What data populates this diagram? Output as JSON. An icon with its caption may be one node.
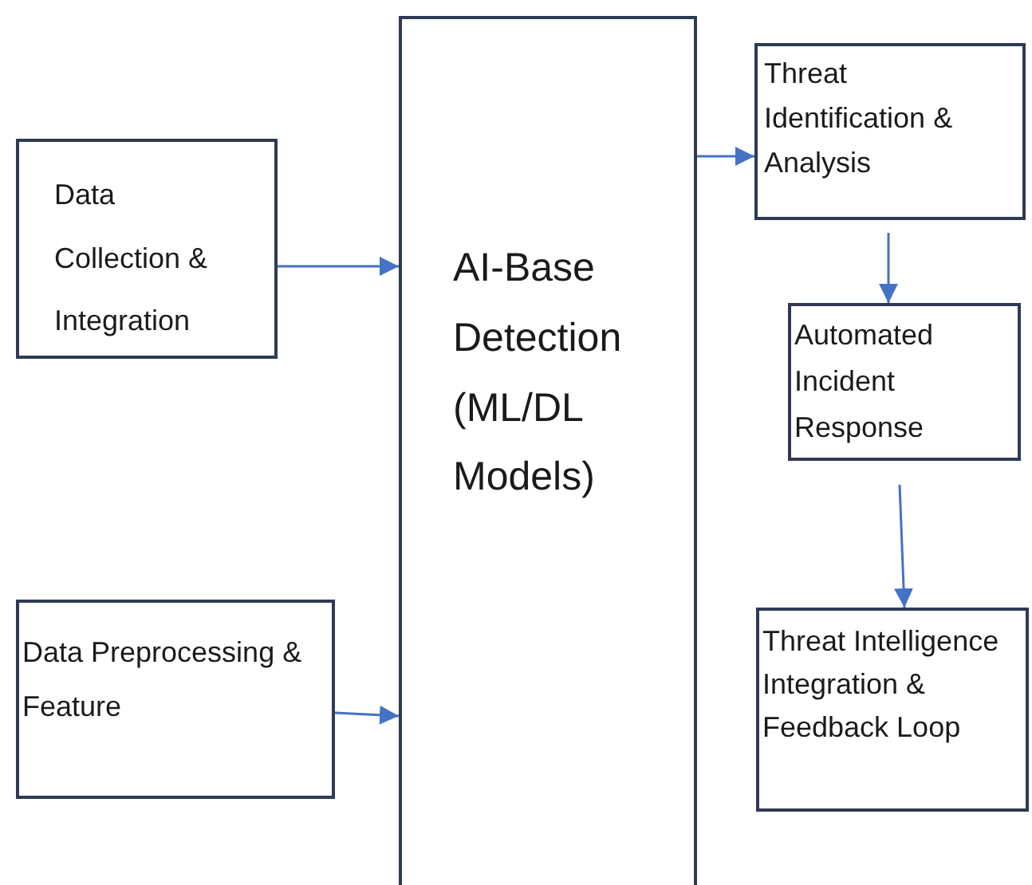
{
  "diagram": {
    "nodes": [
      {
        "text": [
          "Data Collection & Integration"
        ]
      },
      {
        "text": [
          "Data Preprocessing & Feature"
        ]
      },
      {
        "text": [
          "AI-Base Detection (ML/DL Models)"
        ]
      },
      {
        "text": [
          "Threat Identification & Analysis"
        ]
      },
      {
        "text": [
          "Automated Incident Response"
        ]
      },
      {
        "text": [
          "Threat Intelligence Integration & Feedback Loop"
        ]
      }
    ],
    "edges": [
      {
        "from": 0,
        "to": 2,
        "arrow": "to"
      },
      {
        "from": 1,
        "to": 2,
        "arrow": "to"
      },
      {
        "from": 2,
        "to": 3,
        "arrow": "to"
      },
      {
        "from": 3,
        "to": 4,
        "arrow": "to"
      },
      {
        "from": 4,
        "to": 5,
        "arrow": "to"
      }
    ]
  }
}
